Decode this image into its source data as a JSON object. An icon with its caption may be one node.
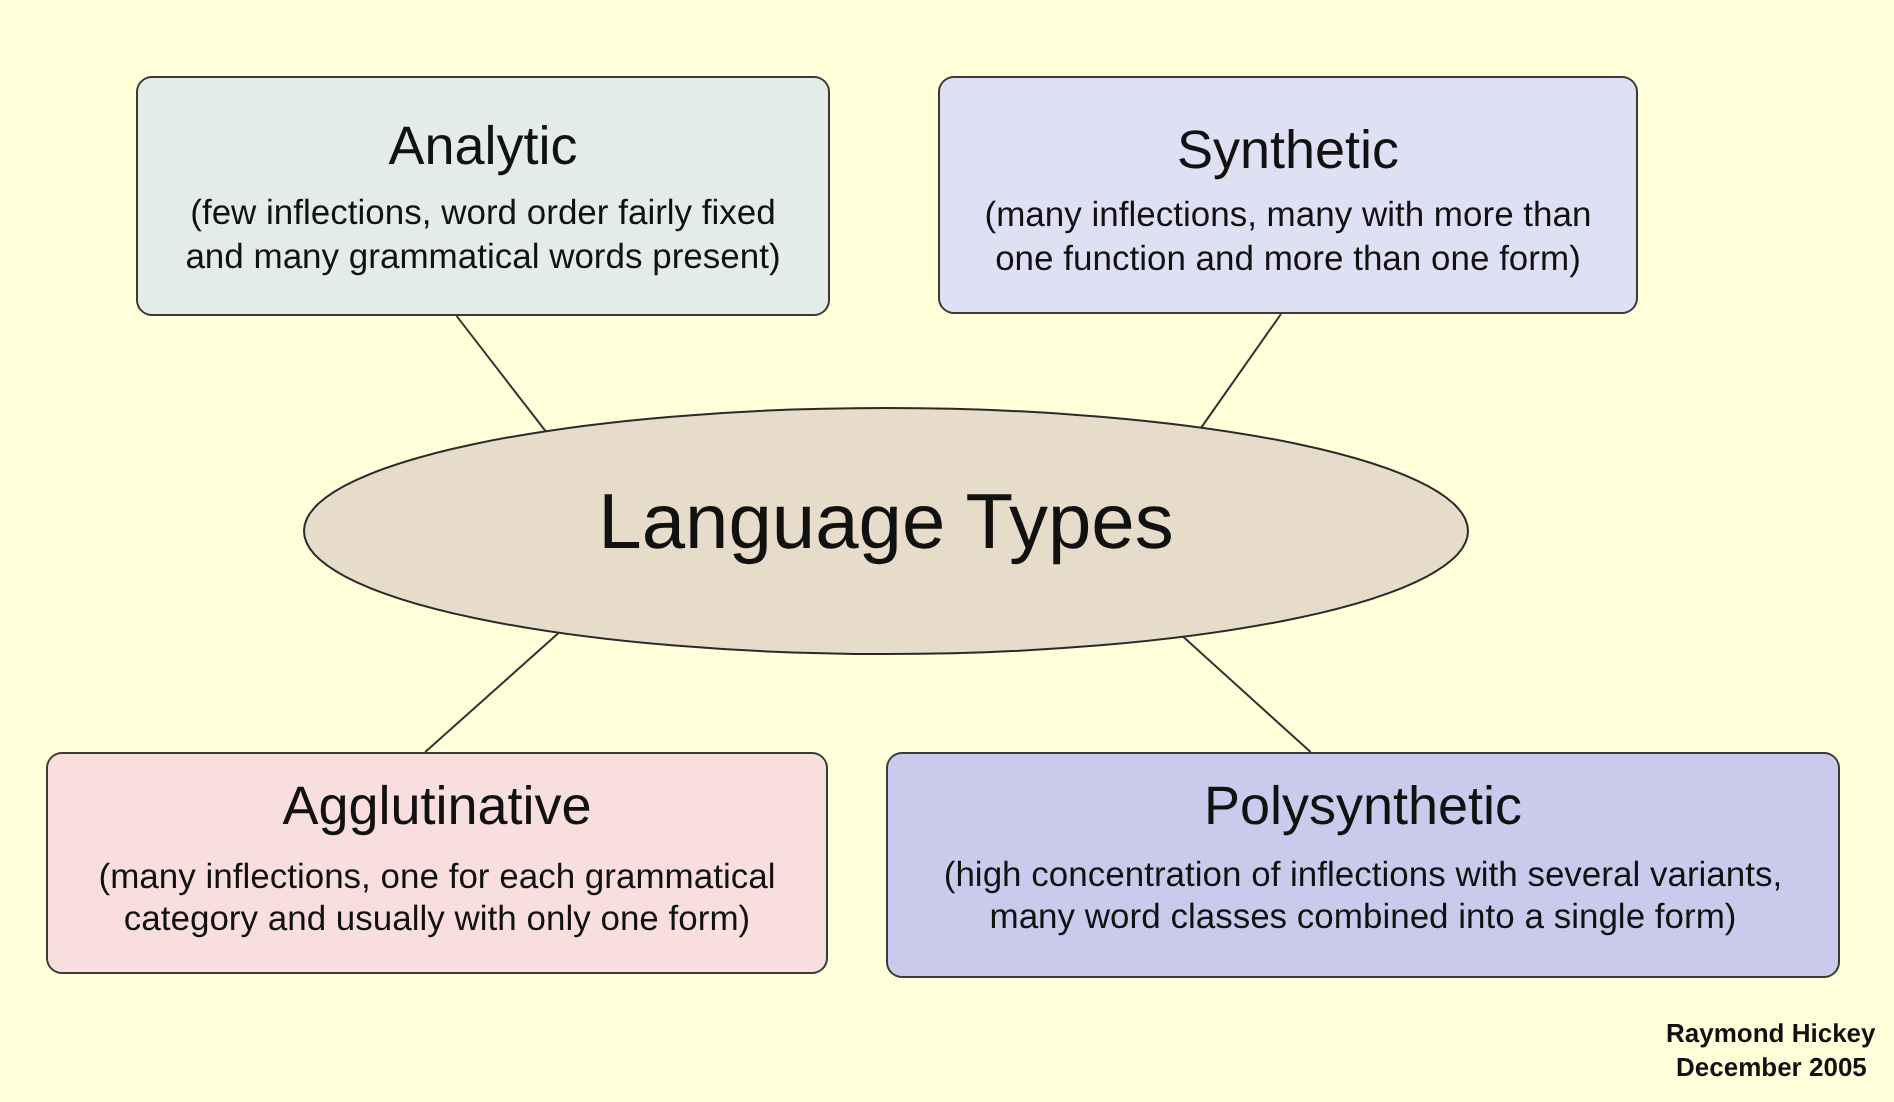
{
  "diagram": {
    "nodes": [
      {
        "text": [
          "Analytic",
          "(few inflections, word order fairly fixed and many grammatical words present)"
        ]
      },
      {
        "text": [
          "Synthetic",
          "(many inflections, many with more than one function and more than one form)"
        ]
      },
      {
        "text": [
          "Language Types"
        ]
      },
      {
        "text": [
          "Agglutinative",
          "(many inflections, one for each grammatical category and usually with only one form)"
        ]
      },
      {
        "text": [
          "Polysynthetic",
          "(high concentration of inflections with several variants, many word classes combined into a single form)"
        ]
      }
    ],
    "edges": [
      {
        "from": 2,
        "to": 0,
        "arrow": "none"
      },
      {
        "from": 2,
        "to": 1,
        "arrow": "none"
      },
      {
        "from": 2,
        "to": 3,
        "arrow": "none"
      },
      {
        "from": 2,
        "to": 4,
        "arrow": "none"
      }
    ],
    "labels": [
      "Raymond Hickey",
      "December 2005"
    ]
  }
}
